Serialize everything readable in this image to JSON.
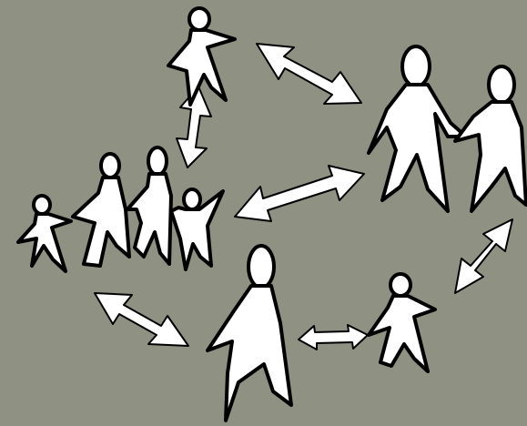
{
  "diagram": {
    "background_color": "#8f9183",
    "figure_fill": "#ffffff",
    "outline_color": "#000000",
    "groups": [
      {
        "id": "single-child-top",
        "members": 1
      },
      {
        "id": "couple",
        "members": 2
      },
      {
        "id": "family",
        "members": 4
      },
      {
        "id": "single-adult",
        "members": 1
      },
      {
        "id": "single-child-bottom",
        "members": 1
      }
    ],
    "connections": [
      {
        "from": "single-child-top",
        "to": "couple",
        "style": "double-headed-arrow"
      },
      {
        "from": "single-child-top",
        "to": "family",
        "style": "double-headed-arrow"
      },
      {
        "from": "family",
        "to": "couple",
        "style": "double-headed-arrow"
      },
      {
        "from": "family",
        "to": "single-adult",
        "style": "double-headed-arrow"
      },
      {
        "from": "single-adult",
        "to": "single-child-bottom",
        "style": "double-headed-arrow"
      },
      {
        "from": "single-child-bottom",
        "to": "couple",
        "style": "double-headed-arrow"
      }
    ]
  }
}
